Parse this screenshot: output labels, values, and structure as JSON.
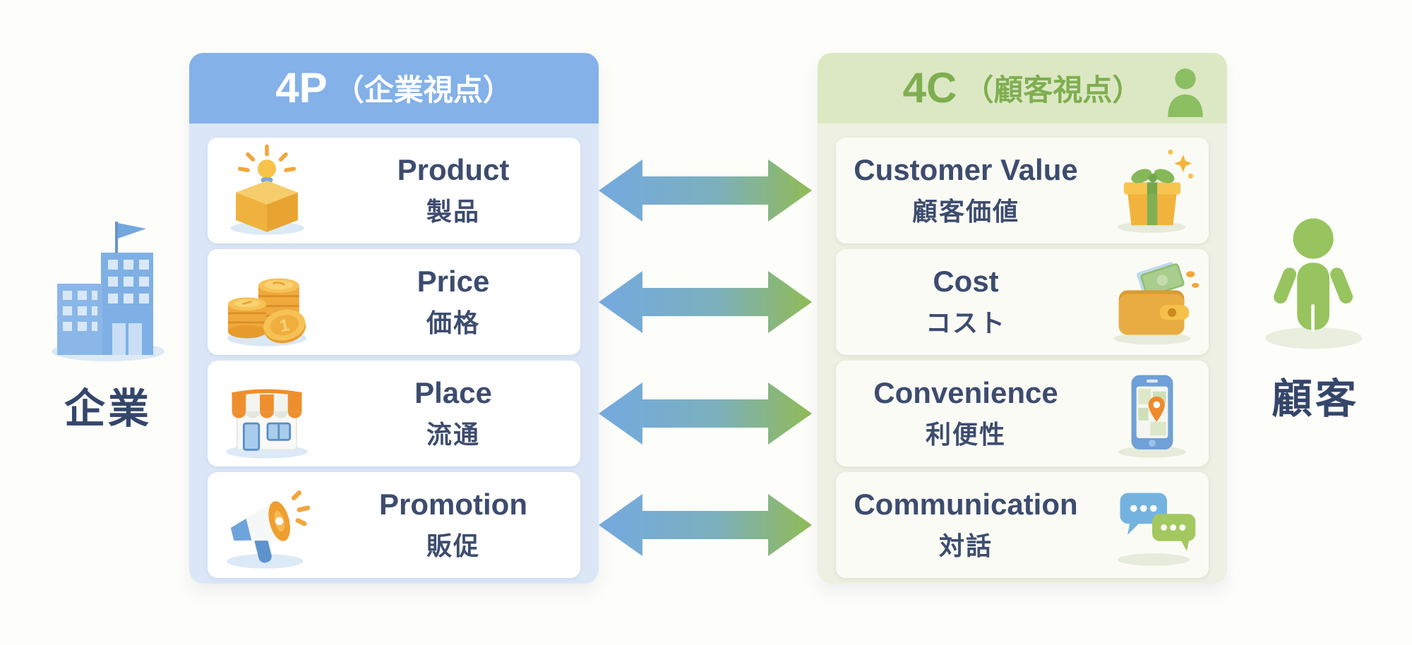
{
  "left_actor": {
    "label": "企業",
    "icon": "office-building-icon",
    "color": "#7EB0E5"
  },
  "right_actor": {
    "label": "顧客",
    "icon": "person-figure-icon",
    "color": "#97C45E"
  },
  "panel_4p": {
    "title": "4P",
    "subtitle": "（企業視点）",
    "header_color": "#83B1E8",
    "body_color": "#DBE7F7",
    "rows": [
      {
        "en": "Product",
        "ja": "製品",
        "icon": "product-box-icon"
      },
      {
        "en": "Price",
        "ja": "価格",
        "icon": "coins-icon"
      },
      {
        "en": "Place",
        "ja": "流通",
        "icon": "storefront-icon"
      },
      {
        "en": "Promotion",
        "ja": "販促",
        "icon": "megaphone-icon"
      }
    ]
  },
  "panel_4c": {
    "title": "4C",
    "subtitle": "（顧客視点）",
    "header_color": "#DCE8C4",
    "body_color": "#EDF0E2",
    "title_color": "#7FAE50",
    "header_icon": "person-bust-icon",
    "rows": [
      {
        "en": "Customer Value",
        "ja": "顧客価値",
        "icon": "gift-icon"
      },
      {
        "en": "Cost",
        "ja": "コスト",
        "icon": "wallet-icon"
      },
      {
        "en": "Convenience",
        "ja": "利便性",
        "icon": "smartphone-map-icon"
      },
      {
        "en": "Communication",
        "ja": "対話",
        "icon": "chat-bubbles-icon"
      }
    ]
  },
  "arrows": {
    "style": "double-headed",
    "count": 4,
    "gradient_from": "#74A9E0",
    "gradient_to": "#90BB55"
  },
  "text_color": "#3D4C6E"
}
